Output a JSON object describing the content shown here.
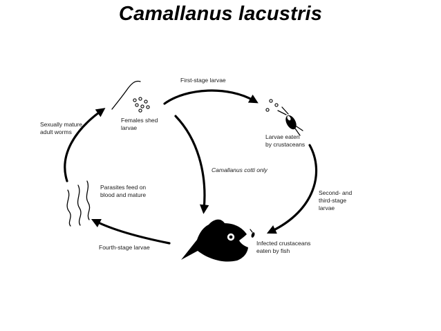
{
  "title": "Camallanus lacustris",
  "labels": {
    "first_stage": "First-stage larvae",
    "females_shed_1": "Females shed",
    "females_shed_2": "larvae",
    "sexually_mature_1": "Sexually mature",
    "sexually_mature_2": "adult worms",
    "larvae_eaten_1": "Larvae eaten",
    "larvae_eaten_2": "by crustaceans",
    "cotti_only": "Camallanus cotti only",
    "parasites_feed_1": "Parasites feed on",
    "parasites_feed_2": "blood and mature",
    "second_third_1": "Second- and",
    "second_third_2": "third-stage",
    "second_third_3": "larvae",
    "fourth_stage": "Fourth-stage larvae",
    "infected_1": "Infected crustaceans",
    "infected_2": "eaten by fish"
  },
  "colors": {
    "ink": "#000000",
    "background": "#ffffff"
  },
  "icons": [
    "adult-worm-icon",
    "larvae-eggs-icon",
    "crustacean-icon",
    "fish-icon",
    "mature-worms-icon"
  ]
}
